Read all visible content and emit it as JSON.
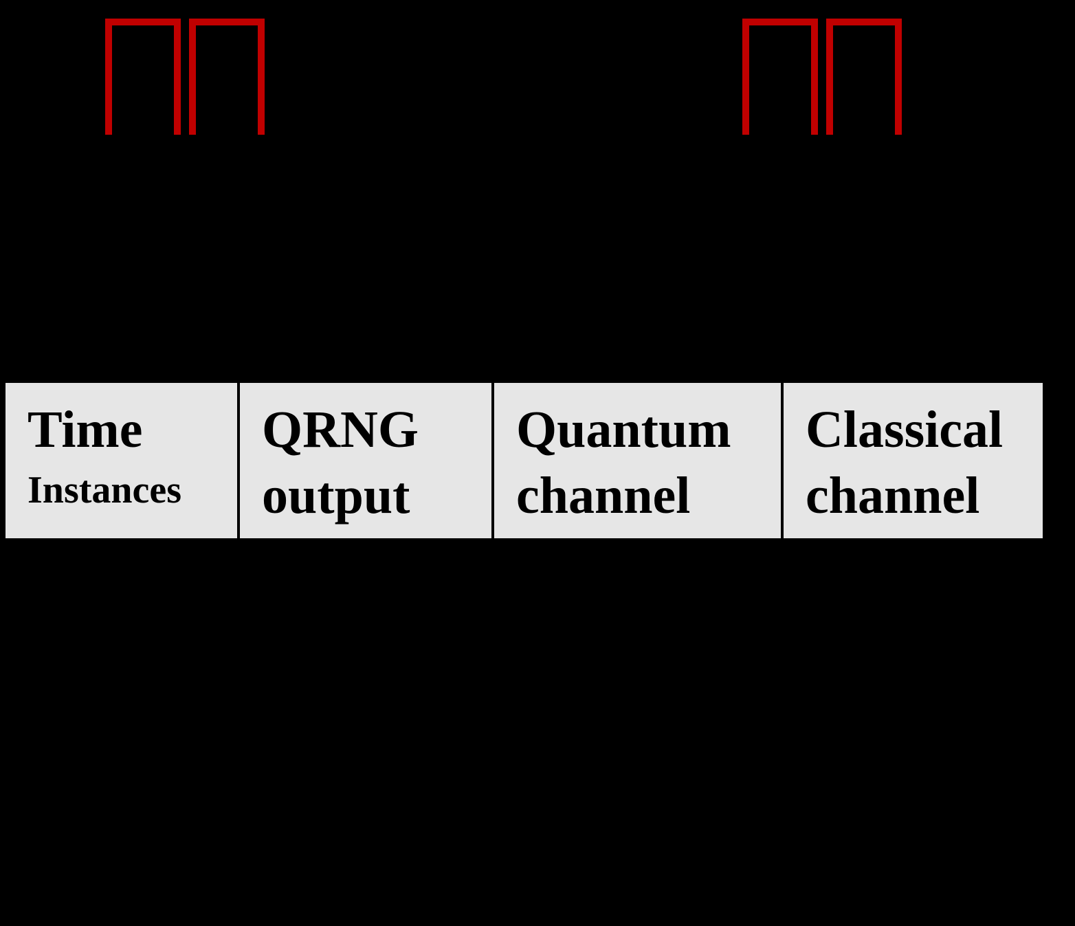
{
  "colors": {
    "background": "#000000",
    "pulse": "#c00000",
    "cell_fill": "#e6e6e6",
    "text": "#000000"
  },
  "pulse_groups": [
    {
      "name": "pulse-pair-left",
      "pulses": 2
    },
    {
      "name": "pulse-pair-right",
      "pulses": 2
    }
  ],
  "table": {
    "columns": [
      {
        "id": "time",
        "line1": "Time",
        "line2": "Instances"
      },
      {
        "id": "qrng",
        "line1": "QRNG",
        "line2": "output"
      },
      {
        "id": "quantum",
        "line1": "Quantum",
        "line2": "channel"
      },
      {
        "id": "classical",
        "line1": "Classical",
        "line2": "channel"
      }
    ]
  }
}
